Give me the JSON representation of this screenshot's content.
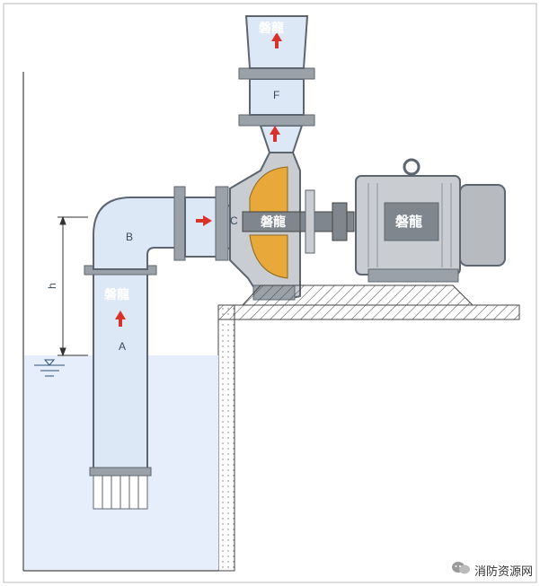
{
  "labels": {
    "a": "A",
    "b": "B",
    "c": "C",
    "f": "F",
    "h": "h"
  },
  "watermark": {
    "text": "磐龍"
  },
  "footer": {
    "source_text": "消防资源网",
    "icon": "wechat-icon"
  },
  "colors": {
    "water": "#dde8f7",
    "pump_body": "#c9ccd0",
    "impeller": "#e8a93a",
    "arrow": "#d8322b",
    "outline": "#5d6670"
  }
}
